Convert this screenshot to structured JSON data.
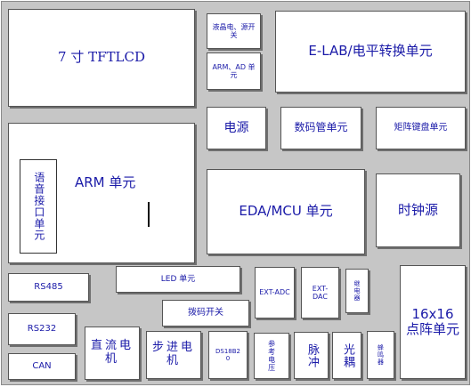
{
  "diagram": {
    "blocks": {
      "lcd": "7 寸 TFTLCD",
      "lcd_power": "液晶电、源开关",
      "arm_ad": "ARM、AD 单元",
      "elab": "E-LAB/电平转换单元",
      "power": "电源",
      "seg": "数码管单元",
      "matrix_kbd": "矩阵键盘单元",
      "arm": "ARM 单元",
      "voice": "语音接口单元",
      "eda": "EDA/MCU 单元",
      "clock": "时钟源",
      "rs485": "RS485",
      "led": "LED 单元",
      "ext_adc": "EXT-ADC",
      "ext_dac": "EXT-DAC",
      "relay": "继电器",
      "dot_matrix": "16x16 点阵单元",
      "dial_switch": "拨码开关",
      "rs232": "RS232",
      "dc_motor": "直流电机",
      "stepper": "步进电机",
      "ds18b20": "DS18B20",
      "vref": "参考电压",
      "pulse": "脉冲",
      "optocoupler": "光耦",
      "buzzer": "蜂鸣器",
      "can": "CAN"
    }
  }
}
